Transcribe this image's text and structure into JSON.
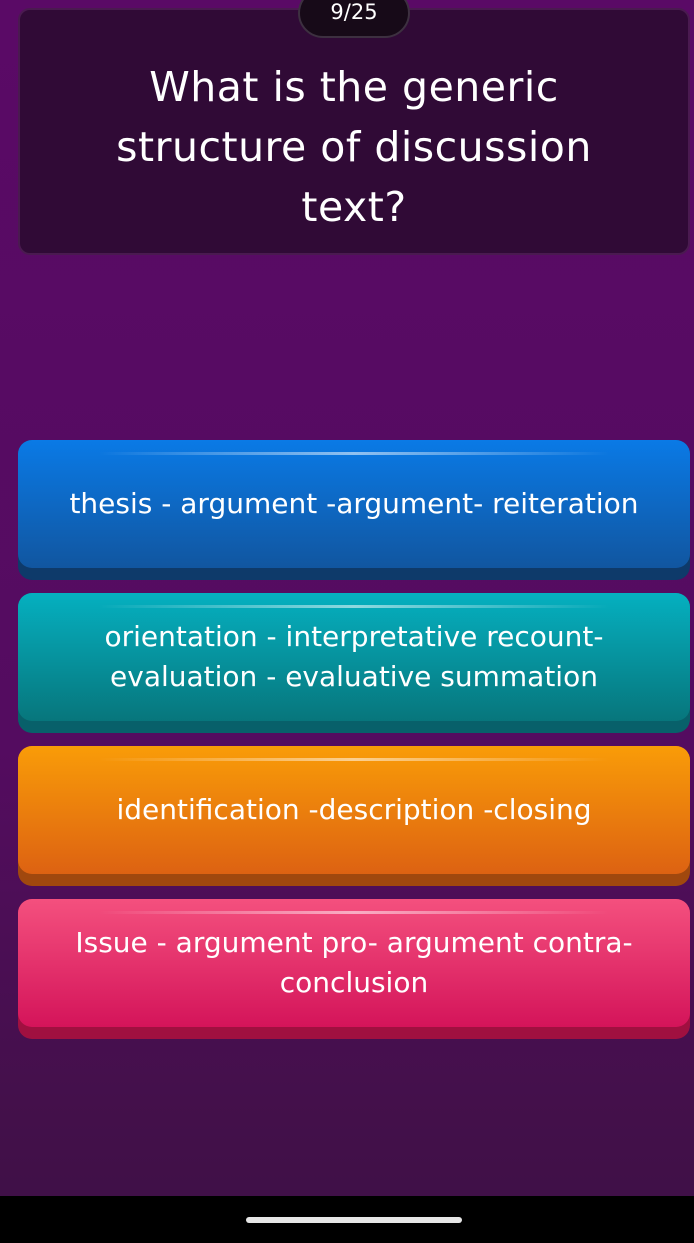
{
  "quiz": {
    "counter": "9/25",
    "question": "What is the generic structure of discussion text?",
    "options": [
      {
        "label": "thesis - argument -argument- reiteration",
        "color": "#0a7ae6"
      },
      {
        "label": "orientation - interpretative recount- evaluation - evaluative summation",
        "color": "#05b0c0"
      },
      {
        "label": "identification -description -closing",
        "color": "#f99c08"
      },
      {
        "label": "Issue - argument pro- argument contra- conclusion",
        "color": "#f4507e"
      }
    ]
  }
}
